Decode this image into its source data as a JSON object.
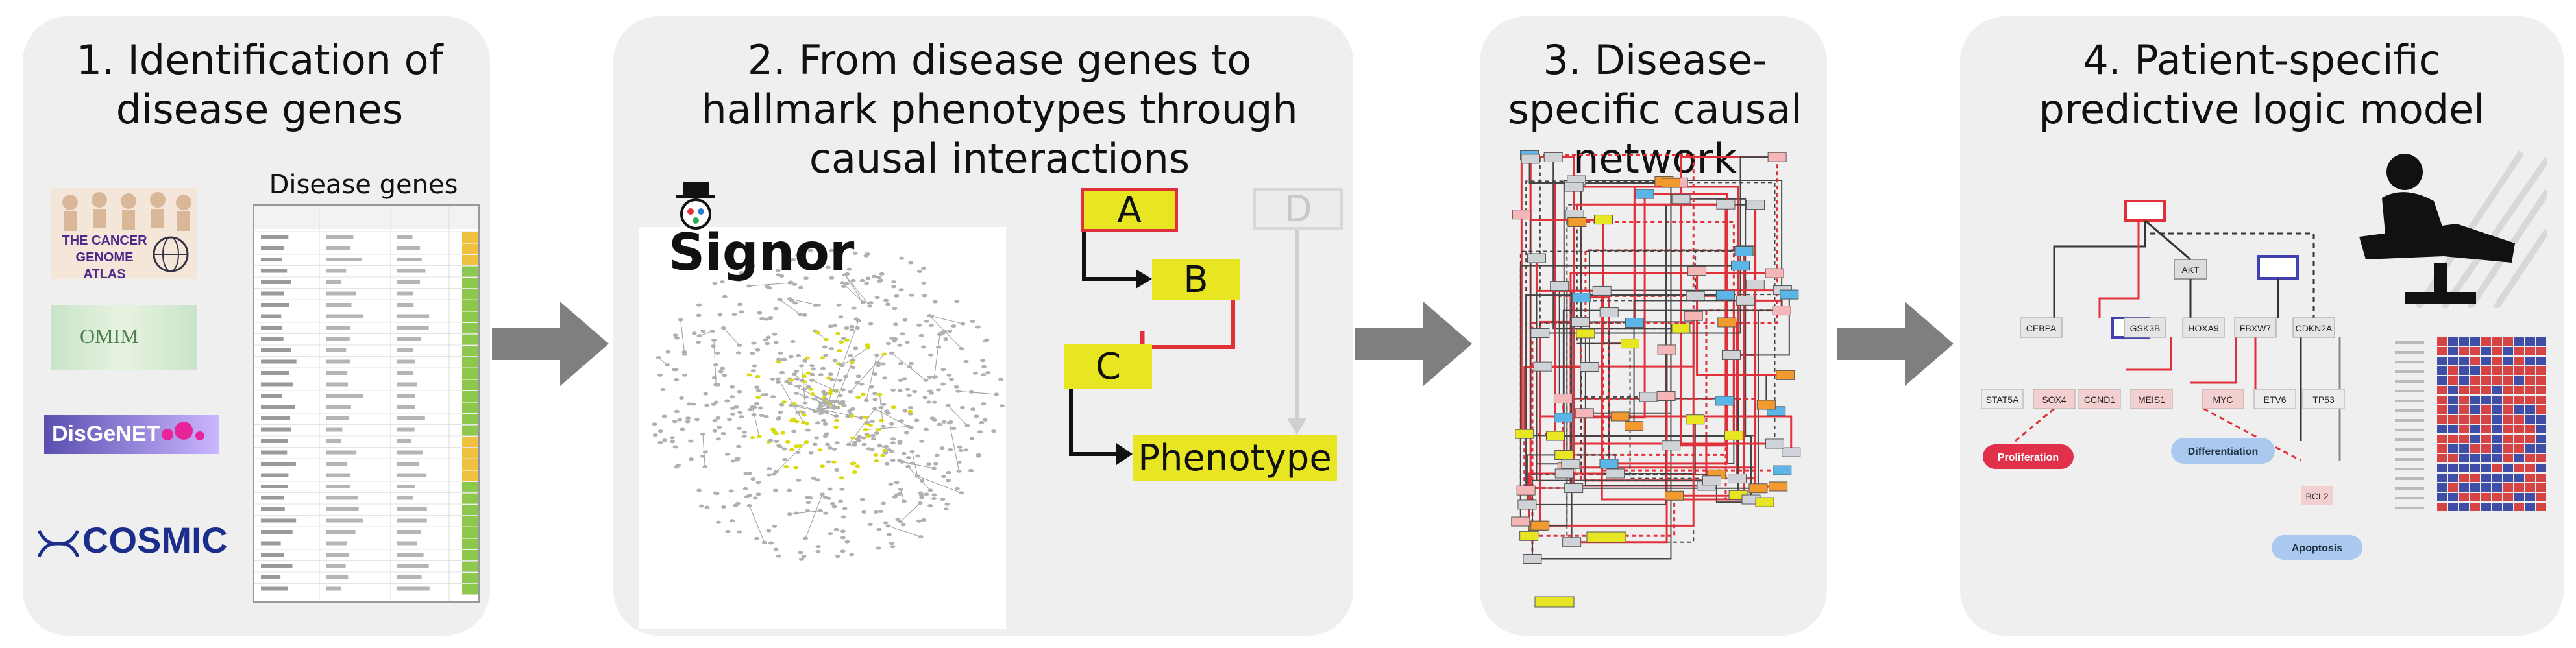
{
  "panels": [
    {
      "title": "1. Identification of disease genes"
    },
    {
      "title": "2. From disease genes to hallmark phenotypes through causal interactions"
    },
    {
      "title": "3. Disease-specific causal network"
    },
    {
      "title": "4. Patient-specific predictive logic model"
    }
  ],
  "panel1": {
    "table_title": "Disease genes",
    "sources": [
      "THE CANCER GENOME ATLAS",
      "OMIM",
      "DisGeNET",
      "COSMIC"
    ]
  },
  "panel2": {
    "brand": "Signor",
    "nodes": {
      "a": "A",
      "b": "B",
      "c": "C",
      "d": "D",
      "phenotype": "Phenotype"
    }
  },
  "panel4": {
    "genes": [
      "STAT5A",
      "SOX4",
      "CCND1",
      "MEIS1",
      "MYC",
      "ETV6",
      "TP53",
      "BCL2",
      "CEBPA",
      "GSK3B",
      "HOXA9",
      "FBXW7",
      "CDKN2A",
      "AKT"
    ],
    "outputs": [
      "Proliferation",
      "Differentiation",
      "Apoptosis"
    ]
  },
  "colors": {
    "panel_bg": "#efefef",
    "arrow": "#7f7f7f",
    "node_yellow": "#e8e623",
    "inhibit_red": "#e0303a",
    "heat_red": "#d64545",
    "heat_blue": "#3f4fa8"
  }
}
